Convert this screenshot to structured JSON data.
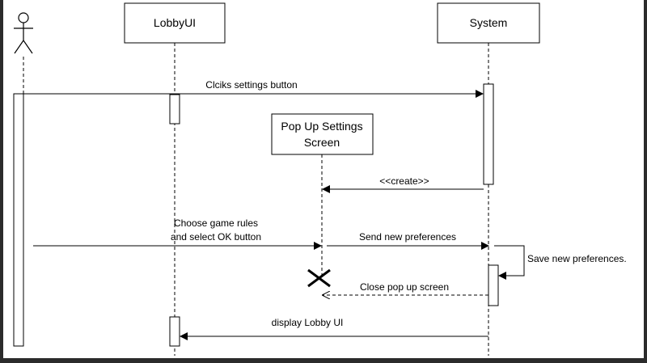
{
  "participants": {
    "lobby": "LobbyUI",
    "system": "System",
    "popup_line1": "Pop Up Settings",
    "popup_line2": "Screen"
  },
  "messages": {
    "m1": "Clciks settings button",
    "m2": "<<create>>",
    "m3_line1": "Choose game rules",
    "m3_line2": "and select OK button",
    "m4": "Send new preferences",
    "m5": "Save new preferences.",
    "m6": "Close pop up screen",
    "m7": "display Lobby UI"
  },
  "colors": {
    "line": "#000000",
    "background": "#ffffff",
    "frame": "#2b2b2b"
  }
}
